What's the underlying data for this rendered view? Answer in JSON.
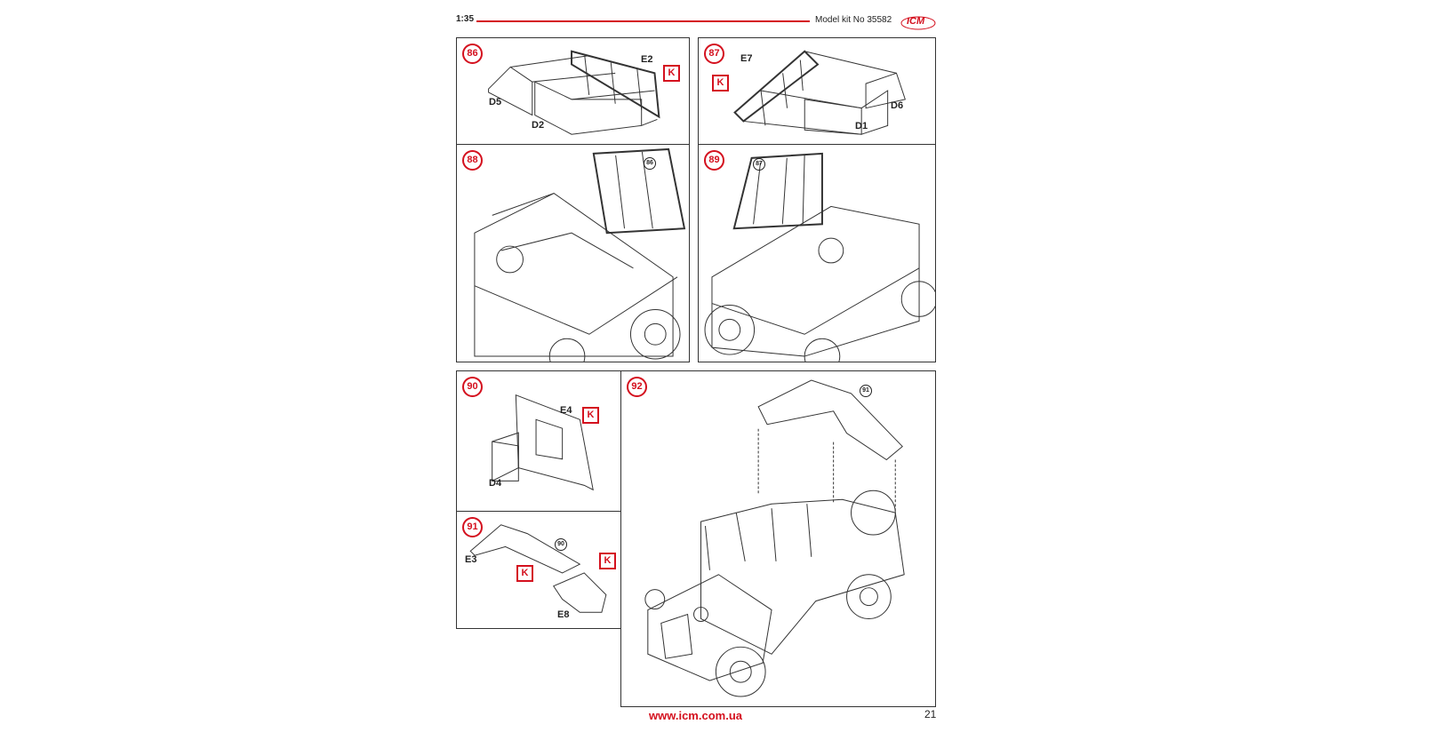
{
  "header": {
    "scale": "1:35",
    "kit_label": "Model kit No 35582",
    "logo_text": "ICM"
  },
  "steps": [
    {
      "number": "86",
      "parts": [
        "E2",
        "D5",
        "D2"
      ],
      "marker": "K"
    },
    {
      "number": "87",
      "parts": [
        "E7",
        "D6",
        "D1"
      ],
      "marker": "K"
    },
    {
      "number": "88",
      "ref": "86"
    },
    {
      "number": "89",
      "ref": "87"
    },
    {
      "number": "90",
      "parts": [
        "E4",
        "D4"
      ],
      "marker": "K"
    },
    {
      "number": "91",
      "parts": [
        "E3",
        "E8"
      ],
      "marker": "K",
      "ref": "90"
    },
    {
      "number": "92",
      "ref": "91"
    }
  ],
  "footer": {
    "url": "www.icm.com.ua",
    "page": "21"
  },
  "colors": {
    "accent": "#d4101e"
  }
}
